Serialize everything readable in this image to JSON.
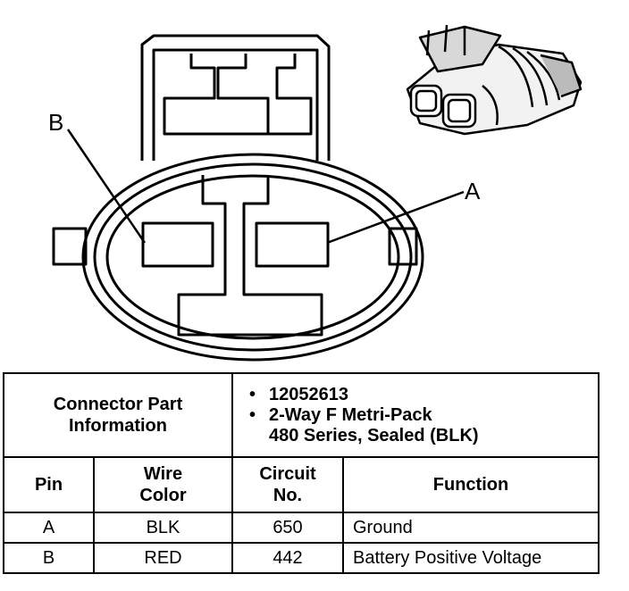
{
  "callouts": {
    "pin_b": "B",
    "pin_a": "A"
  },
  "connector_info": {
    "label_line1": "Connector Part",
    "label_line2": "Information",
    "part_number": "12052613",
    "description_line1": "2-Way F Metri-Pack",
    "description_line2": "480 Series, Sealed (BLK)"
  },
  "headers": {
    "pin": "Pin",
    "wire_color_line1": "Wire",
    "wire_color_line2": "Color",
    "circuit_line1": "Circuit",
    "circuit_line2": "No.",
    "function": "Function"
  },
  "rows": [
    {
      "pin": "A",
      "wire_color": "BLK",
      "circuit": "650",
      "function": "Ground"
    },
    {
      "pin": "B",
      "wire_color": "RED",
      "circuit": "442",
      "function": "Battery Positive Voltage"
    }
  ]
}
